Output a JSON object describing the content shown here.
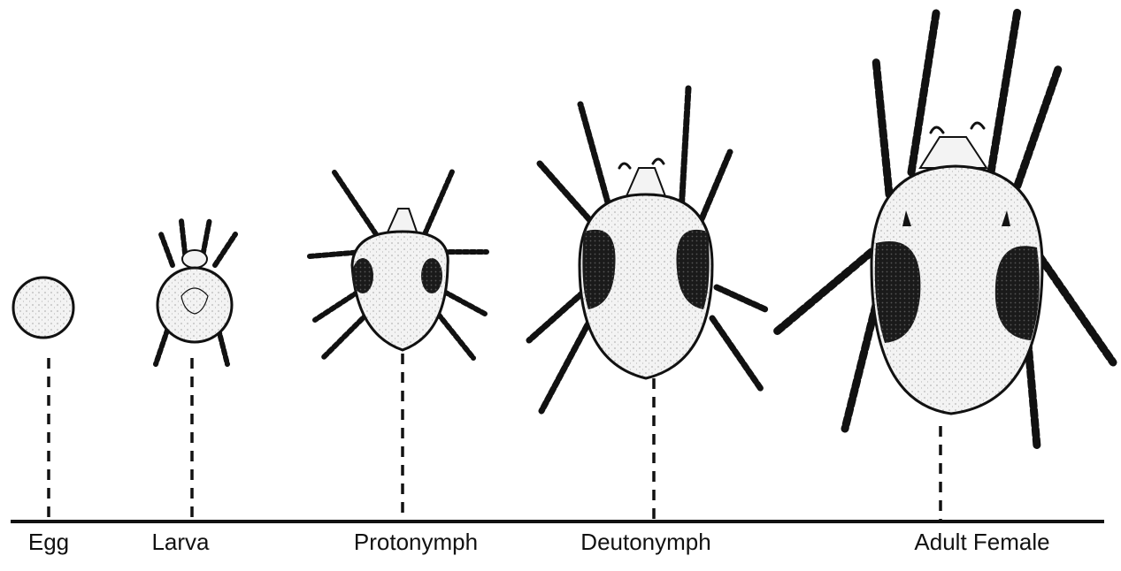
{
  "stages": [
    {
      "key": "egg",
      "label": "Egg"
    },
    {
      "key": "larva",
      "label": "Larva"
    },
    {
      "key": "protonymph",
      "label": "Protonymph"
    },
    {
      "key": "deutonymph",
      "label": "Deutonymph"
    },
    {
      "key": "adult-female",
      "label": "Adult Female"
    }
  ],
  "colors": {
    "ink": "#111111",
    "body_fill": "#f3f3f3",
    "background": "#ffffff"
  }
}
